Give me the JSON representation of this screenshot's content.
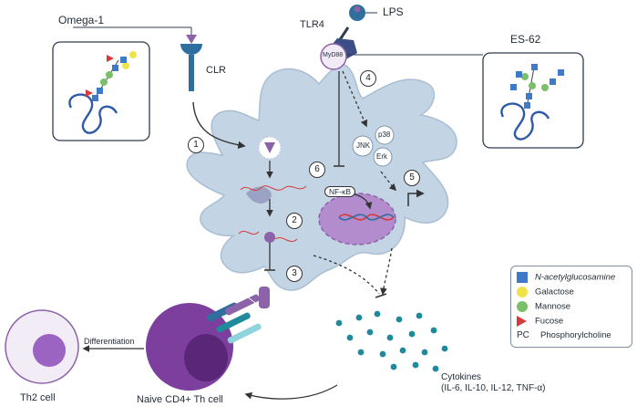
{
  "labels": {
    "omega1": "Omega-1",
    "clr": "CLR",
    "tlr4": "TLR4",
    "lps": "LPS",
    "es62": "ES-62",
    "myd88": "MyD88",
    "jnk": "JNK",
    "p38": "p38",
    "erk": "Erk",
    "nfkb": "NF-κB",
    "th2": "Th2 cell",
    "differentiation": "Differentiation",
    "naive": "Naive CD4+ Th cell",
    "cytokines_line1": "Cytokines",
    "cytokines_line2": "(IL-6, IL-10, IL-12, TNF-α)"
  },
  "steps": [
    "1",
    "2",
    "3",
    "4",
    "5",
    "6"
  ],
  "legend": {
    "items": [
      {
        "symbol": "blue-square",
        "label": "N-acetylglucosamine"
      },
      {
        "symbol": "yellow-circle",
        "label": "Galactose"
      },
      {
        "symbol": "green-circle",
        "label": "Mannose"
      },
      {
        "symbol": "red-triangle",
        "label": "Fucose"
      },
      {
        "symbol": "PC",
        "label": "Phosphorylcholine"
      }
    ]
  },
  "colors": {
    "cell": "#c3d4e4",
    "nucleus": "#b28ccd",
    "tcell": "#7c3f9e",
    "receptor_blue": "#2f6f9e",
    "glcnac": "#3f79c9",
    "galactose": "#f0e24a",
    "mannose": "#7cbf6a",
    "fucose": "#d63a3a",
    "cytokine": "#1f8a9c"
  }
}
